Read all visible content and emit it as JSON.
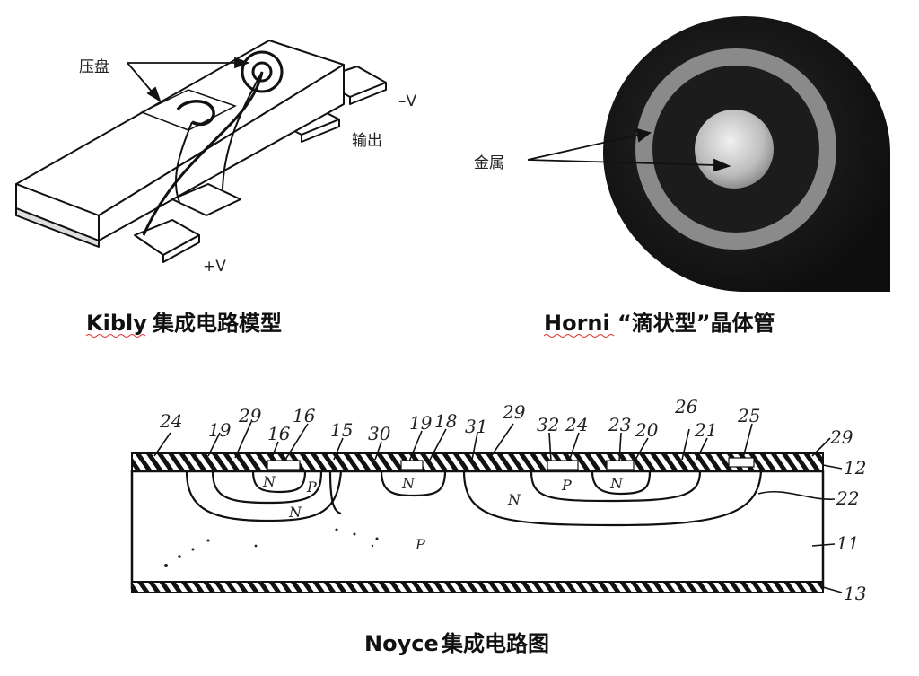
{
  "kilby": {
    "label_pad": "压盘",
    "label_neg_v": "–V",
    "label_output": "输出",
    "label_pos_v": "+V",
    "caption_latin": "Kibly",
    "caption_cn": "集成电路模型"
  },
  "horni": {
    "label_metal": "金属",
    "caption_latin": "Horni",
    "caption_cn": "“滴状型”晶体管"
  },
  "noyce": {
    "numbers": {
      "n24a": "24",
      "n19a": "19",
      "n29a": "29",
      "n16a": "16",
      "n16b": "16",
      "n15": "15",
      "n30": "30",
      "n19b": "19",
      "n18": "18",
      "n31": "31",
      "n29b": "29",
      "n32": "32",
      "n24b": "24",
      "n23": "23",
      "n20": "20",
      "n26": "26",
      "n21": "21",
      "n25": "25",
      "n29c": "29",
      "n12": "12",
      "n22": "22",
      "n11": "11",
      "n13": "13"
    },
    "regions": {
      "N1": "N",
      "P1": "P",
      "N2": "N",
      "N3": "N",
      "N4": "N",
      "P2": "P",
      "N5": "N",
      "P3": "P"
    },
    "caption_latin": "Noyce",
    "caption_cn": "集成电路图"
  },
  "colors": {
    "drop_outer": "#1e1e1e",
    "drop_ring": "#8a8a8a",
    "drop_center": "#cfcfcf",
    "spelling_underline": "#e03030"
  }
}
